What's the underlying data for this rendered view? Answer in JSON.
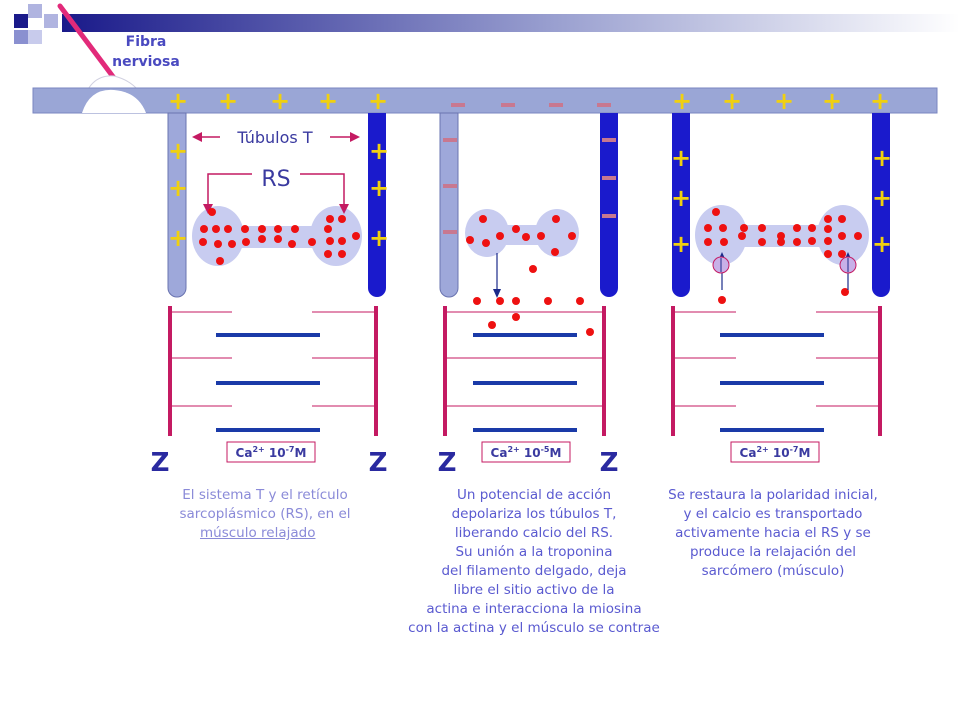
{
  "colors": {
    "membrane_light": "#9aa6d6",
    "tubule_dark": "#1a1acc",
    "tubule_light": "#9ea8da",
    "sarcomere": "#c41a62",
    "filament": "#1a3aa8",
    "calcium": "#ee1111",
    "plus": "#f0d010",
    "minus": "#c87890",
    "rs": "#c8ccf0",
    "nerve": "#e22a7a",
    "text_blue": "#4a4ac0",
    "box_border": "#c41a62"
  },
  "labels": {
    "fibra": "Fibra",
    "nerviosa": "nerviosa",
    "tubulos": "Túbulos T",
    "rs": "RS",
    "z": "Z",
    "plus": "+",
    "minus": "-"
  },
  "panels": [
    {
      "ca_conc": "Ca2+ 10-7M",
      "caption": [
        "El sistema T y el retículo",
        "sarcoplásmico (RS), en el",
        "músculo relajado"
      ]
    },
    {
      "ca_conc": "Ca2+ 10-5M",
      "caption": [
        "Un potencial de acción",
        "depolariza los túbulos T,",
        "liberando calcio del RS.",
        "Su unión a la troponina",
        "del filamento delgado, deja",
        "libre el sitio activo de la",
        "actina e interacciona la miosina",
        "con la actina y el músculo se contrae"
      ]
    },
    {
      "ca_conc": "Ca2+ 10-7M",
      "caption": [
        "Se restaura la polaridad inicial,",
        "y el calcio es transportado",
        "activamente hacia el RS y se",
        "produce la relajación del",
        "sarcómero (músculo)"
      ]
    }
  ],
  "ca_label": {
    "ion": "Ca",
    "charge": "2+",
    "mid": " 10",
    "exp_relaxed": "-7",
    "exp_contracted": "-5",
    "unit": "M"
  }
}
